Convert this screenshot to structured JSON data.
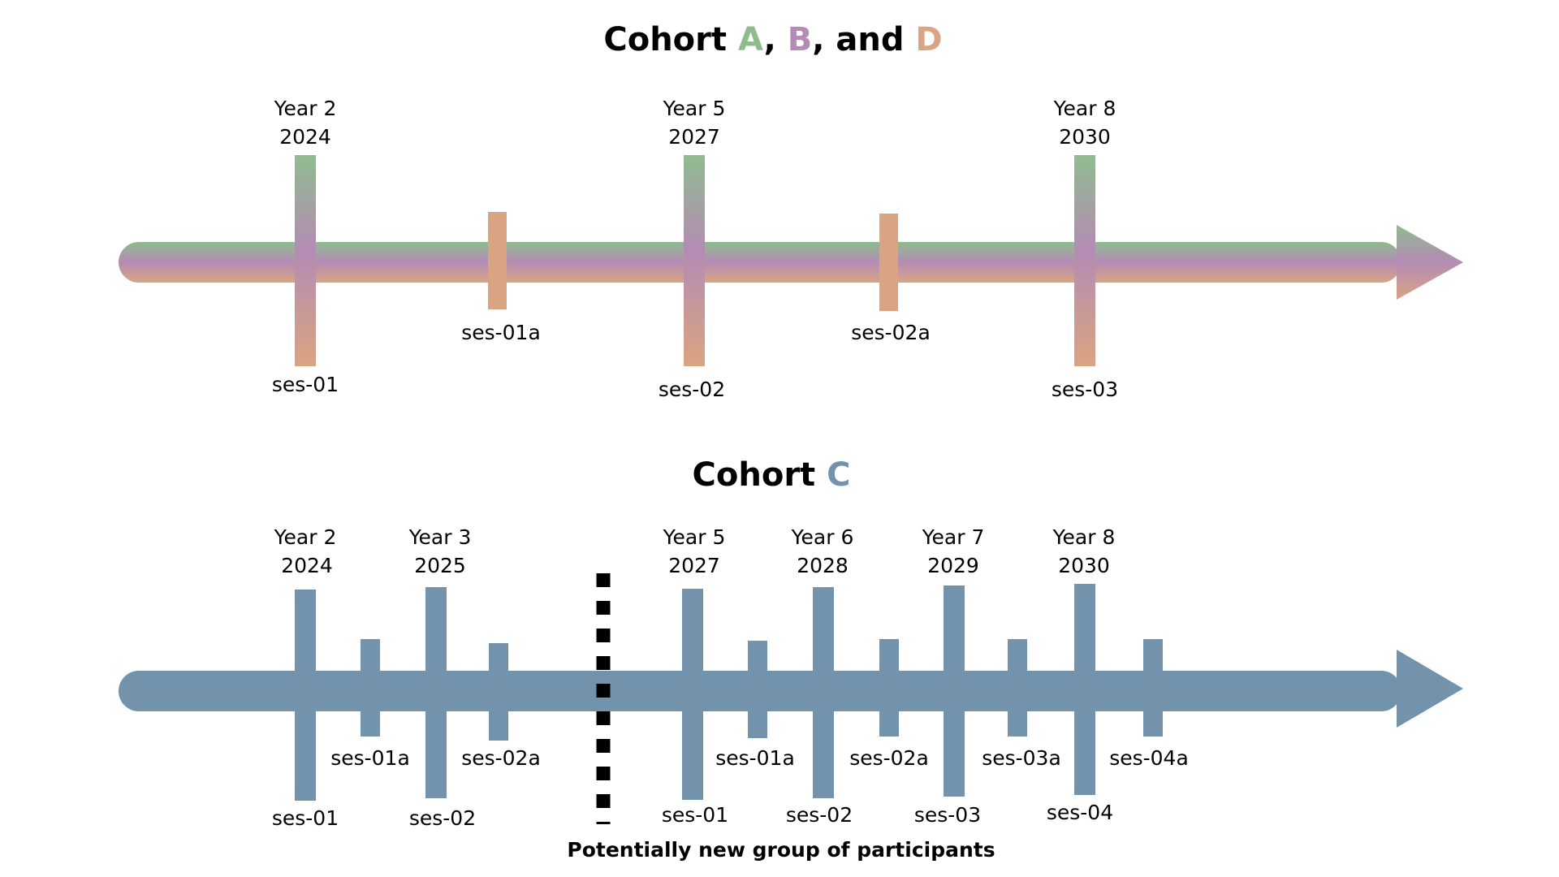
{
  "top_section": {
    "title_prefix": "Cohort ",
    "title_a": "A",
    "title_sep1": ", ",
    "title_b": "B",
    "title_sep2": ", and ",
    "title_d": "D",
    "colors": {
      "cohort_a": "#8fbc8f",
      "cohort_b": "#b48bb4",
      "cohort_d": "#d9a482"
    },
    "main_sessions": [
      {
        "year": "Year 2",
        "date": "2024",
        "session": "ses-01"
      },
      {
        "year": "Year 5",
        "date": "2027",
        "session": "ses-02"
      },
      {
        "year": "Year 8",
        "date": "2030",
        "session": "ses-03"
      }
    ],
    "intermediate_sessions": [
      {
        "session": "ses-01a"
      },
      {
        "session": "ses-02a"
      }
    ]
  },
  "bottom_section": {
    "title_prefix": "Cohort ",
    "title_c": "C",
    "colors": {
      "cohort_c": "#7293ab"
    },
    "main_sessions": [
      {
        "year": "Year 2",
        "date": "2024",
        "session": "ses-01"
      },
      {
        "year": "Year 3",
        "date": "2025",
        "session": "ses-02"
      },
      {
        "year": "Year 5",
        "date": "2027",
        "session": "ses-01"
      },
      {
        "year": "Year 6",
        "date": "2028",
        "session": "ses-02"
      },
      {
        "year": "Year 7",
        "date": "2029",
        "session": "ses-03"
      },
      {
        "year": "Year 8",
        "date": "2030",
        "session": "ses-04"
      }
    ],
    "intermediate_sessions": [
      {
        "session": "ses-01a"
      },
      {
        "session": "ses-02a"
      },
      {
        "session": "ses-01a"
      },
      {
        "session": "ses-02a"
      },
      {
        "session": "ses-03a"
      },
      {
        "session": "ses-04a"
      }
    ],
    "divider_label": "Potentially new group of participants"
  }
}
